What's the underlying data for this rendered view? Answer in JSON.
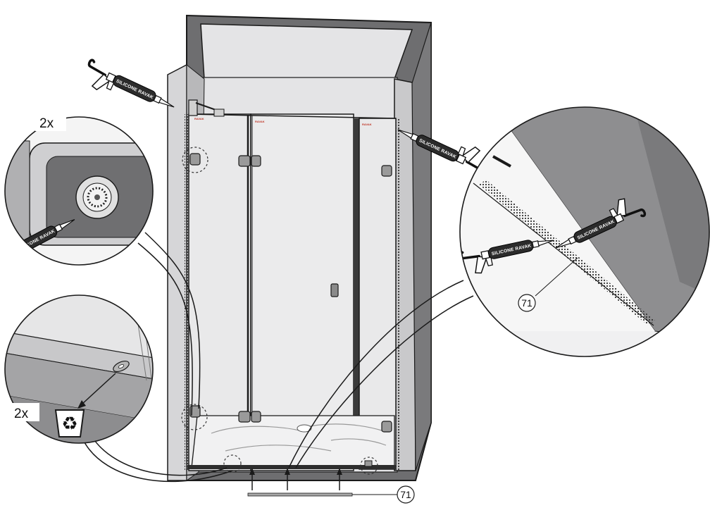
{
  "labels": {
    "count_top_left": "2x",
    "count_bottom_left": "2x",
    "part_number_zoom": "71",
    "part_number_bottom": "71"
  },
  "silicone_tube_text": "SILICONE RAVAK",
  "icons": {
    "recycle": "recycle-bin-icon",
    "tool": "caulking-gun-icon"
  },
  "colors": {
    "wall_dark": "#6e6e70",
    "wall_light": "#d6d6d8",
    "glass": "#e4e4e6",
    "line": "#1a1a1a",
    "tube": "#2b2b2b"
  }
}
